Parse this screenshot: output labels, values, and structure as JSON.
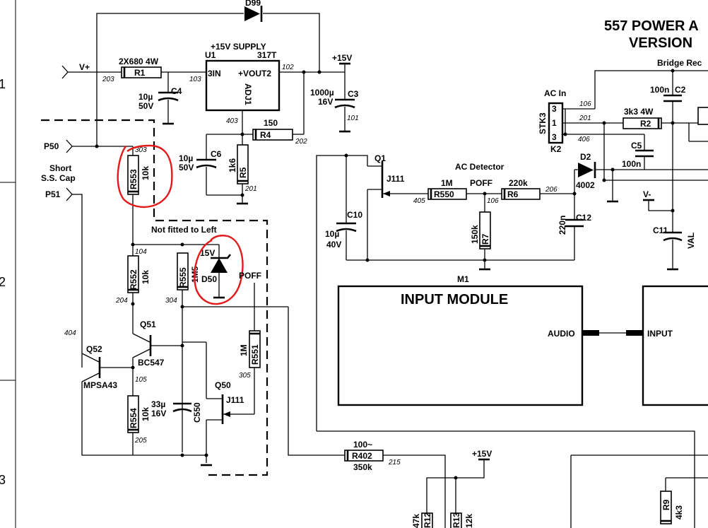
{
  "title": {
    "line1": "557 POWER A",
    "line2": "VERSION"
  },
  "margin_numbers": [
    "1",
    "2",
    "3"
  ],
  "labels": {
    "supply": "+15V SUPPLY",
    "vplus": "V+",
    "p50": "P50",
    "p51": "P51",
    "short_ss_cap_1": "Short",
    "short_ss_cap_2": "S.S. Cap",
    "not_fitted": "Not fitted to Left",
    "poff_left": "POFF",
    "ac_detector": "AC Detector",
    "poff_mid": "POFF",
    "ac_in": "AC In",
    "bridge": "Bridge Rec",
    "vminus": "V-",
    "plus15_top": "+15V",
    "plus15_bottom": "+15V"
  },
  "components": {
    "d99": "D99",
    "u1": "U1",
    "u1_part": "317T",
    "u1_in": "3IN",
    "u1_out": "+VOUT2",
    "u1_adj": "ADJ1",
    "r1": "R1",
    "r1_val": "2X680 4W",
    "c4": "C4",
    "c4_val1": "10µ",
    "c4_val2": "50V",
    "c3": "C3",
    "c3_val1": "1000µ",
    "c3_val2": "16V",
    "r4": "R4",
    "r4_val": "150",
    "c6": "C6",
    "c6_val1": "10µ",
    "c6_val2": "50V",
    "r5": "R5",
    "r5_val": "1k6",
    "r553": "R553",
    "r553_val": "10k",
    "r552": "R552",
    "r552_val": "10k",
    "r555": "R555",
    "r555_val": "1M5",
    "d50": "D50",
    "d50_val": "15V",
    "q51": "Q51",
    "q51_part": "BC547",
    "q52": "Q52",
    "q52_part": "MPSA43",
    "r554": "R554",
    "r554_val": "10k",
    "c550": "C550",
    "c550_val1": "33µ",
    "c550_val2": "16V",
    "q50": "Q50",
    "q50_part": "J111",
    "r551": "R551",
    "r551_val": "1M",
    "q1": "Q1",
    "q1_part": "J111",
    "c10": "C10",
    "c10_val1": "10µ",
    "c10_val2": "40V",
    "r550": "R550",
    "r550_val": "1M",
    "r6": "R6",
    "r6_val": "220k",
    "r7": "R7",
    "r7_val": "150k",
    "c12": "C12",
    "c12_val": "220n",
    "stk3": "STK3",
    "k2": "K2",
    "r2": "R2",
    "r2_val": "3k3 4W",
    "c2": "C2",
    "c2_val": "100n",
    "c5": "C5",
    "c5_val": "100n",
    "d2": "D2",
    "d2_part": "4002",
    "c11": "C11",
    "c11_val": "VAL",
    "r402": "R402",
    "r402_val1": "100~",
    "r402_val2": "350k",
    "r9": "R9",
    "r9_val": "4k3",
    "r12_partial": "R12",
    "r12_val_partial": "47k",
    "r13_partial": "R13",
    "r13_val_partial": "12k"
  },
  "pins": {
    "stk_pin3": "3",
    "stk_pin1": "1",
    "stk_pin3b": "3"
  },
  "nodes": {
    "n203": "203",
    "n103": "103",
    "n102": "102",
    "n101": "101",
    "n403": "403",
    "n202": "202",
    "n201a": "201",
    "n303": "303",
    "n104": "104",
    "n204": "204",
    "n304": "304",
    "n404": "404",
    "n105": "105",
    "n205": "205",
    "n305": "305",
    "n405": "405",
    "n106": "106",
    "n206": "206",
    "n106b": "106",
    "n201b": "201",
    "n406": "406",
    "n215": "215"
  },
  "modules": {
    "m1": "M1",
    "input_module": "INPUT MODULE",
    "audio": "AUDIO",
    "input": "INPUT"
  }
}
